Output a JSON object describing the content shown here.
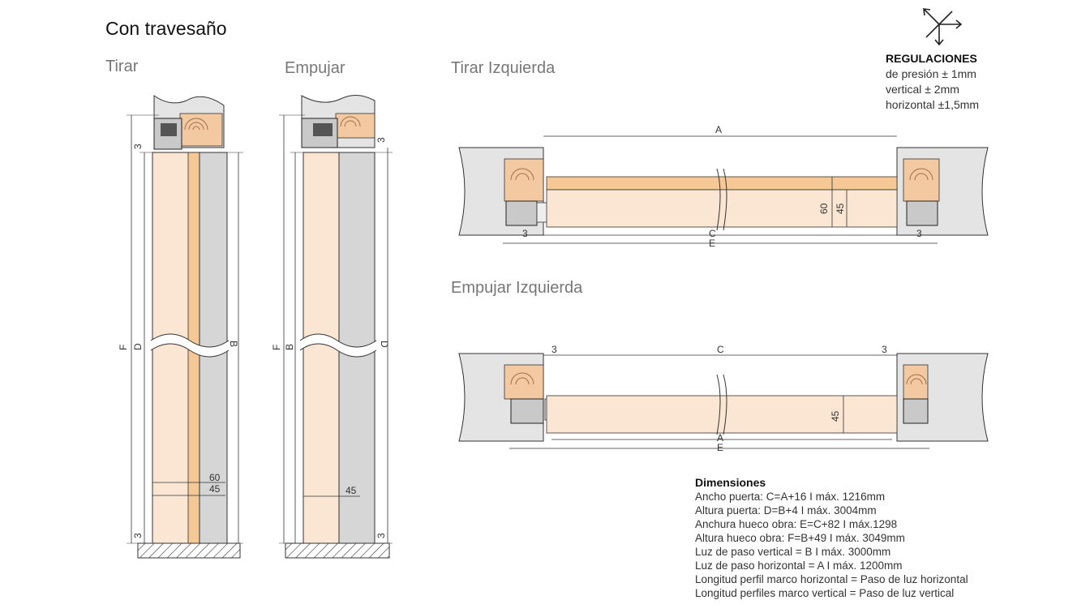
{
  "page": {
    "title": "Con travesaño"
  },
  "views": {
    "tirar": "Tirar",
    "empujar": "Empujar",
    "tirar_izquierda": "Tirar Izquierda",
    "empujar_izquierda": "Empujar Izquierda"
  },
  "regulaciones": {
    "title": "REGULACIONES",
    "lines": [
      "de presión ± 1mm",
      "vertical ± 2mm",
      "horizontal ±1,5mm"
    ],
    "icon": "adjust-arrows-icon"
  },
  "labels": {
    "tirar": {
      "f": "F",
      "d": "D",
      "b": "B",
      "three_top": "3",
      "three_bottom": "3",
      "sixty": "60",
      "fortyfive": "45"
    },
    "empujar": {
      "f": "F",
      "b": "B",
      "d": "D",
      "three_top": "3",
      "three_bottom": "3",
      "fortyfive": "45"
    },
    "tirar_izq": {
      "a": "A",
      "c": "C",
      "e": "E",
      "three_left": "3",
      "three_right": "3",
      "sixty": "60",
      "fortyfive": "45"
    },
    "empujar_izq": {
      "c": "C",
      "a": "A",
      "e": "E",
      "three_left": "3",
      "three_right": "3",
      "fortyfive": "45"
    }
  },
  "dimensiones": {
    "title": "Dimensiones",
    "lines": [
      "Ancho puerta: C=A+16 I máx. 1216mm",
      "Altura puerta: D=B+4 I máx. 3004mm",
      "Anchura hueco obra: E=C+82 I máx.1298",
      "Altura hueco obra: F=B+49 I máx. 3049mm",
      "Luz de paso vertical = B I máx. 3000mm",
      "Luz de paso horizontal = A I máx. 1200mm",
      "Longitud perfil marco horizontal = Paso de luz horizontal",
      "Longitud perfiles marco vertical = Paso de luz vertical"
    ]
  },
  "colors": {
    "door": "#fbe6d3",
    "door_edge": "#f6c896",
    "wall": "#d6d6d6",
    "wood": "#f2c9a0",
    "line": "#333333"
  }
}
